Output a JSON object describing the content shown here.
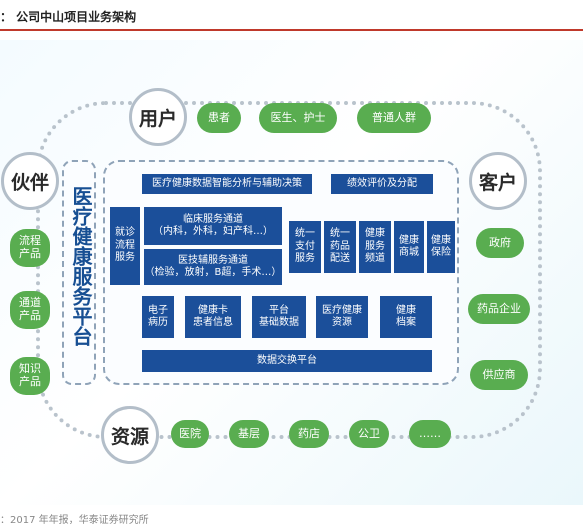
{
  "title": "：  公司中山项目业务架构",
  "source": "：2017 年年报，华泰证券研究所",
  "nodes": {
    "user": "用户",
    "partner": "伙伴",
    "customer": "客户",
    "resource": "资源"
  },
  "platform_name": "医疗健康服务平台",
  "user_items": [
    "患者",
    "医生、护士",
    "普通人群"
  ],
  "partner_items": [
    "流程\n产品",
    "通道\n产品",
    "知识\n产品"
  ],
  "customer_items": [
    "政府",
    "药品企业",
    "供应商"
  ],
  "resource_items": [
    "医院",
    "基层",
    "药店",
    "公卫",
    "……"
  ],
  "modules": {
    "analytics": "医疗健康数据智能分析与辅助决策",
    "performance": "绩效评价及分配",
    "referral": "就诊\n流程\n服务",
    "clinical": "临床服务通道\n（内科，外科，妇产科…）",
    "medtech": "医技辅服务通道\n（检验，放射，B超，手术…）",
    "payment": "统一\n支付\n服务",
    "pharmacy": "统一\n药品\n配送",
    "health_channel": "健康\n服务\n频道",
    "mall": "健康\n商城",
    "insurance": "健康\n保险",
    "emr": "电子\n病历",
    "card": "健康卡\n患者信息",
    "platform_data": "平台\n基础数据",
    "resources": "医疗健康\n资源",
    "records": "健康\n档案",
    "exchange": "数据交换平台"
  }
}
